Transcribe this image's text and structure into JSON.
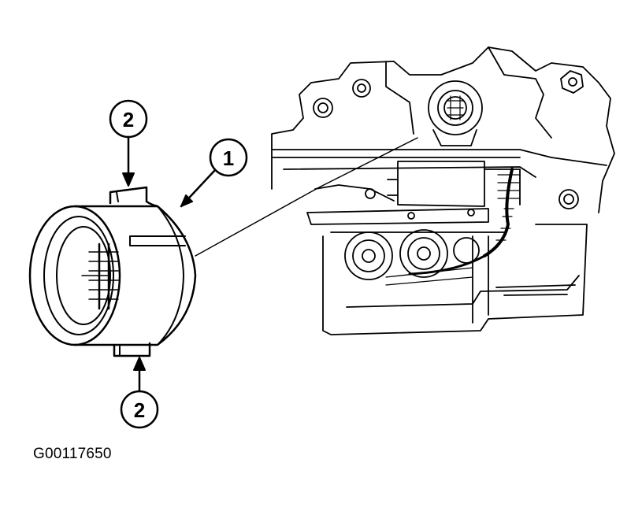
{
  "figure": {
    "code": "G00117650"
  },
  "callouts": [
    {
      "id": "connector",
      "label": "1"
    },
    {
      "id": "lock-tab-top",
      "label": "2"
    },
    {
      "id": "lock-tab-bottom",
      "label": "2"
    }
  ],
  "colors": {
    "ink": "#000000",
    "background": "#ffffff"
  }
}
